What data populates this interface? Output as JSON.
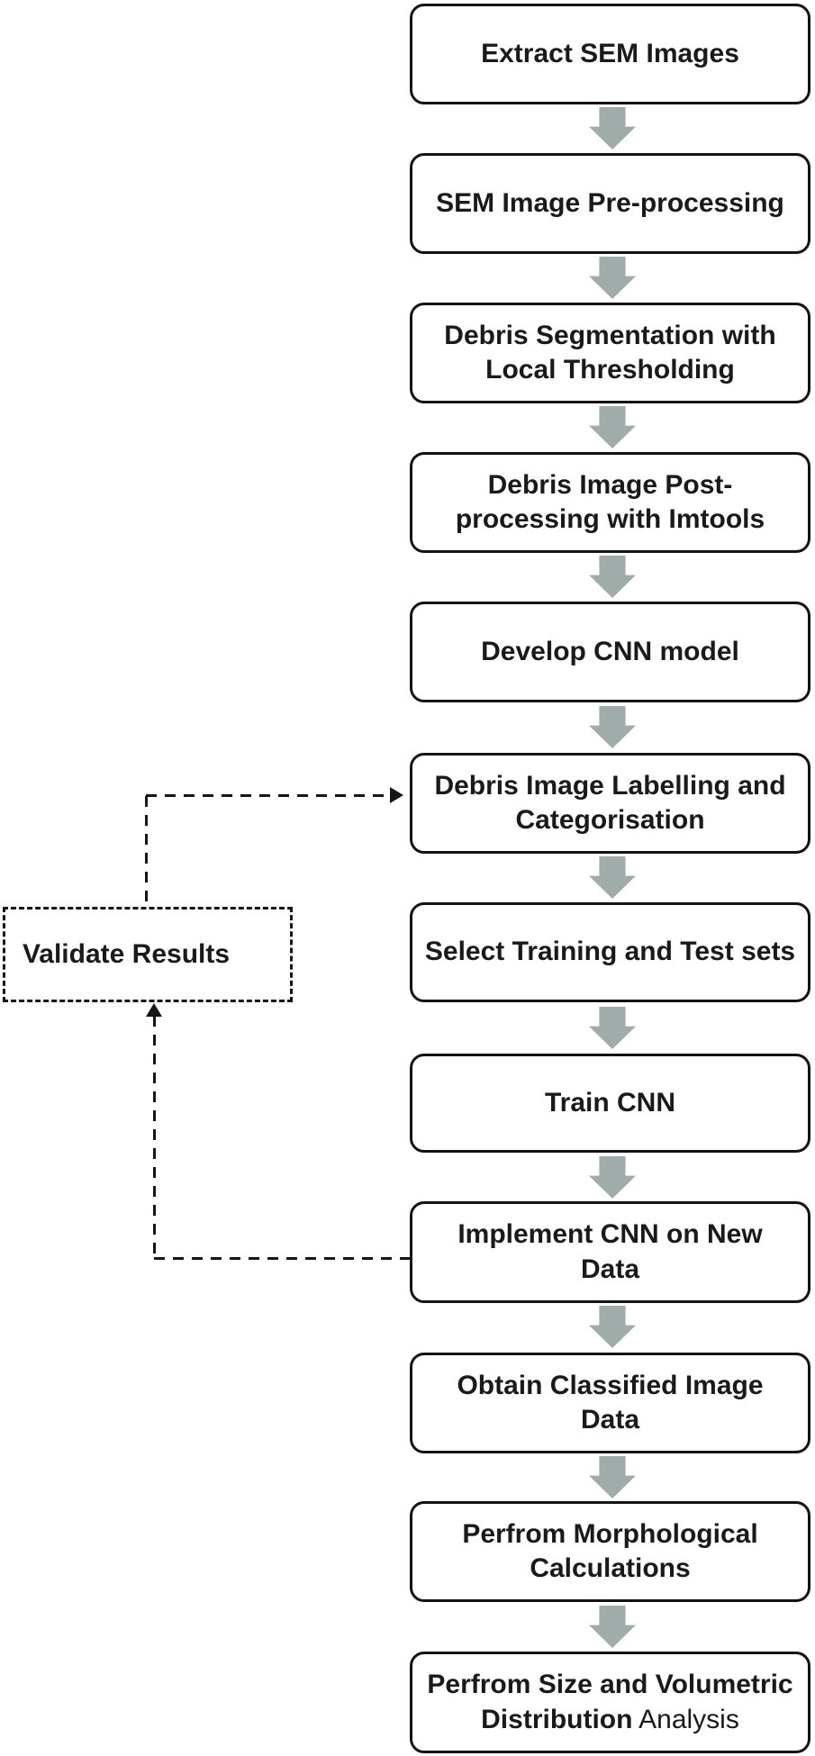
{
  "figure": {
    "type": "flowchart",
    "colors": {
      "background": "#ffffff",
      "box_border": "#131313",
      "text": "#1a1a1a",
      "arrow_fill": "#a0aca9",
      "dash_color": "#161616"
    },
    "steps": [
      {
        "label": "Extract SEM Images"
      },
      {
        "label": "SEM Image Pre-processing"
      },
      {
        "label": "Debris Segmentation with\nLocal Thresholding"
      },
      {
        "label": "Debris Image Post-\nprocessing with Imtools"
      },
      {
        "label": "Develop CNN model"
      },
      {
        "label": "Debris Image Labelling and\nCategorisation"
      },
      {
        "label": "Select Training and Test sets"
      },
      {
        "label": "Train CNN"
      },
      {
        "label": "Implement CNN on New\nData"
      },
      {
        "label": "Obtain Classified Image\nData"
      },
      {
        "label": "Perfrom Morphological\nCalculations"
      },
      {
        "label": "Perfrom Size and Volumetric\nDistribution",
        "label_suffix": " Analysis"
      }
    ],
    "validate": {
      "label": "Validate Results"
    },
    "edges": {
      "main_flow": "sequential solid gray block arrows, top to bottom through all 12 steps",
      "feedback": [
        {
          "from": "Implement CNN on New Data",
          "to": "Validate Results",
          "style": "dashed"
        },
        {
          "from": "Validate Results",
          "to": "Debris Image Labelling and Categorisation",
          "style": "dashed"
        }
      ]
    }
  }
}
